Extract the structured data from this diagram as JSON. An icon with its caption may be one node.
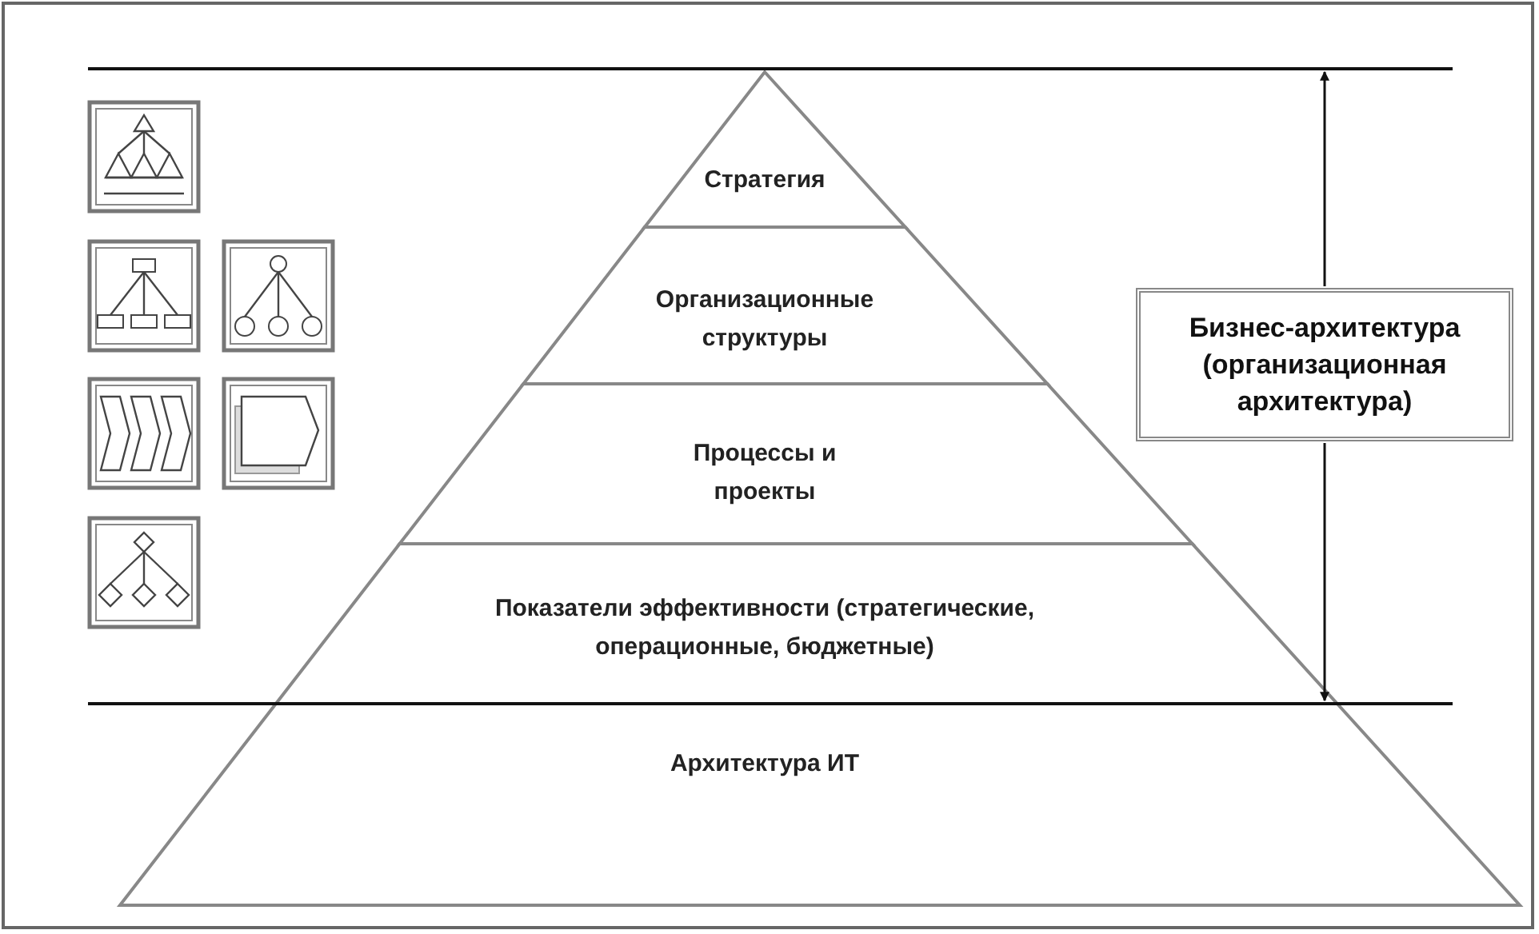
{
  "diagram": {
    "nodes": [
      {
        "text": [
          "Стратегия"
        ]
      },
      {
        "text": [
          "Организационные структуры"
        ]
      },
      {
        "text": [
          "Процессы и проекты"
        ]
      },
      {
        "text": [
          "Показатели эффективности (стратегические, операционные, бюджетные)"
        ]
      },
      {
        "text": [
          "Архитектура ИТ"
        ]
      },
      {
        "text": [
          "Бизнес-архитектура (организационная архитектура)"
        ]
      },
      {
        "text": [],
        "shape": "bar"
      },
      {
        "text": [],
        "shape": "bar"
      }
    ],
    "edges": [
      {
        "from": 5,
        "to": 6,
        "arrow": "to"
      },
      {
        "from": 5,
        "to": 7,
        "arrow": "to"
      }
    ]
  }
}
